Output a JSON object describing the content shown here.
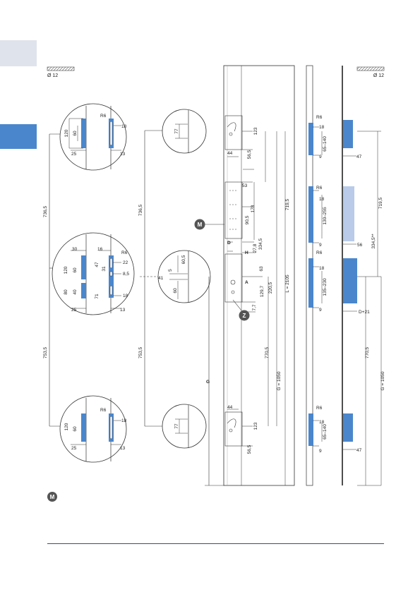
{
  "colors": {
    "tab_light": "#dfe3ec",
    "tab_blue": "#4a86cc",
    "accent": "#4a86cc",
    "accent_light": "#b9cbe9",
    "footer": "#2b4f8c"
  },
  "header": {
    "left_dia": "Ø 12",
    "right_dia": "Ø 12"
  },
  "markers": {
    "m": "M",
    "z": "Z"
  },
  "legend": {
    "symbol": "M",
    "text": ""
  },
  "dims": {
    "spacing_upper": "736,5",
    "spacing_lower": "753,5",
    "circle_top_left": {
      "h120": "120",
      "h60": "60",
      "w25": "25",
      "w13": "13",
      "r6": "R6",
      "w18": "18"
    },
    "circle_mid_left": {
      "w30": "30",
      "w16": "16",
      "r6": "R6",
      "w22": "22",
      "h120": "120",
      "h60": "60",
      "h47": "47",
      "h31": "31",
      "w85": "8,5",
      "h80": "80",
      "h40": "40",
      "h71": "71",
      "w18": "18",
      "w25": "25",
      "w13": "13"
    },
    "circle_bot_left": {
      "h120": "120",
      "h60": "60",
      "w25": "25",
      "w13": "13",
      "r6": "R6",
      "w18": "18"
    },
    "circle_top_right": {
      "h77": "77"
    },
    "circle_mid_right": {
      "h605": "60,5",
      "h41": "41",
      "h5": "5",
      "h60": "60"
    },
    "circle_bot_right": {
      "h77": "77"
    },
    "lock": {
      "g": "G",
      "top_44": "44",
      "top_56": "56,5",
      "top_123": "123",
      "d53": "53",
      "d178": "178",
      "d905": "90,5",
      "d3345": "334,5",
      "d7195": "719,5",
      "L": "L = 2105",
      "d278": "27,8",
      "D": "D",
      "H": "H",
      "A": "A",
      "d63": "63",
      "d2205": "220,5",
      "d1297": "129,7",
      "d77": "7,7",
      "d7705": "770,5",
      "G1050": "G = 1050",
      "bot_44": "44",
      "bot_123": "123",
      "bot_56": "56,5"
    },
    "strip": {
      "r6a": "R6",
      "s18a": "18",
      "s65140a": "65–140",
      "s9a": "9",
      "r6b": "R6",
      "s18b": "18",
      "s130255": "130–255",
      "s9b": "9",
      "r6c": "R6",
      "s18c": "18",
      "s135230": "135–230",
      "s9c": "9",
      "r6d": "R6",
      "s18d": "18",
      "s65140b": "65–140",
      "s9d": "9"
    },
    "right": {
      "d47a": "47",
      "d7195": "719,5",
      "d56": "56",
      "d3345": "334,5**",
      "dD21": "D+21",
      "d7705": "770,5",
      "G1050": "G = 1050",
      "d47b": "47"
    }
  }
}
